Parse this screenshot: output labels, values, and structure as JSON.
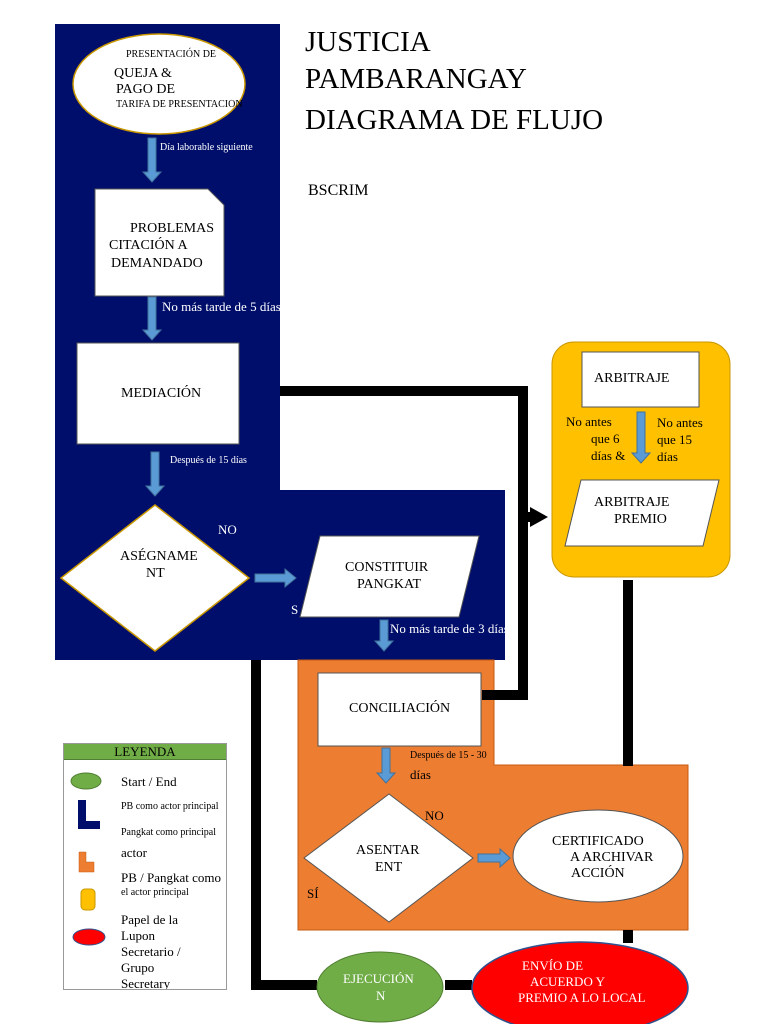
{
  "title": {
    "line1": "JUSTICIA",
    "line2": "PAMBARANGAY",
    "line3": "DIAGRAMA DE FLUJO",
    "subtitle": "BSCRIM"
  },
  "colors": {
    "navy": "#000e6b",
    "orange": "#ed7d31",
    "gold": "#ffc000",
    "green": "#70ad47",
    "red": "#ff0000",
    "arrow": "#5b9bd5"
  },
  "nodes": {
    "start": {
      "line1": "PRESENTACIÓN DE",
      "line2": "QUEJA &",
      "line3": "PAGO DE",
      "line4": "TARIFA DE PRESENTACIÓN"
    },
    "issue": {
      "line1": "PROBLEMAS",
      "line2": "CITACIÓN A",
      "line3": "DEMANDADO"
    },
    "mediation": "MEDIACIÓN",
    "settle1": {
      "line1": "ASÉGNAME",
      "line2": "NT"
    },
    "pangkat": {
      "line1": "CONSTITUIR",
      "line2": "PANGKAT"
    },
    "conciliation": "CONCILIACIÓN",
    "settle2": {
      "line1": "ASENTAR",
      "line2": "ENT"
    },
    "certificate": {
      "line1": "CERTIFICADO",
      "line2": "A ARCHIVAR",
      "line3": "ACCIÓN"
    },
    "arbitration": "ARBITRAJE",
    "award": {
      "line1": "ARBITRAJE",
      "line2": "PREMIO"
    },
    "execution": {
      "line1": "EJECUCIÓN",
      "line2": "N"
    },
    "transmit": {
      "line1": "ENVÍO DE",
      "line2": "ACUERDO Y",
      "line3": "PREMIO A LO LOCAL"
    }
  },
  "labels": {
    "next_day": "Día laborable siguiente",
    "five_days": "No más tarde de 5 días",
    "fifteen_days": "Después de 15 días",
    "no1": "NO",
    "si1": "S",
    "three_days": "No más tarde de 3 días",
    "after_15_30": "Después de 15 - 30",
    "dias": "días",
    "no2": "NO",
    "si2": "SÍ",
    "not_before_6": {
      "line1": "No antes",
      "line2": "que 6",
      "line3": "días &"
    },
    "not_before_15": {
      "line1": "No antes",
      "line2": "que 15",
      "line3": "días"
    }
  },
  "legend": {
    "title": "LEYENDA",
    "start_end": "Start / End",
    "pb_main": "PB como actor principal",
    "pangkat_main": "Pangkat como principal",
    "pangkat_actor": "actor",
    "pb_pangkat_1": "PB / Pangkat como",
    "pb_pangkat_2": "el actor principal",
    "lupon_1": "Papel de la",
    "lupon_2": "Lupon",
    "lupon_3": "Secretario /",
    "lupon_4": "Grupo",
    "lupon_5": "Secretary"
  }
}
